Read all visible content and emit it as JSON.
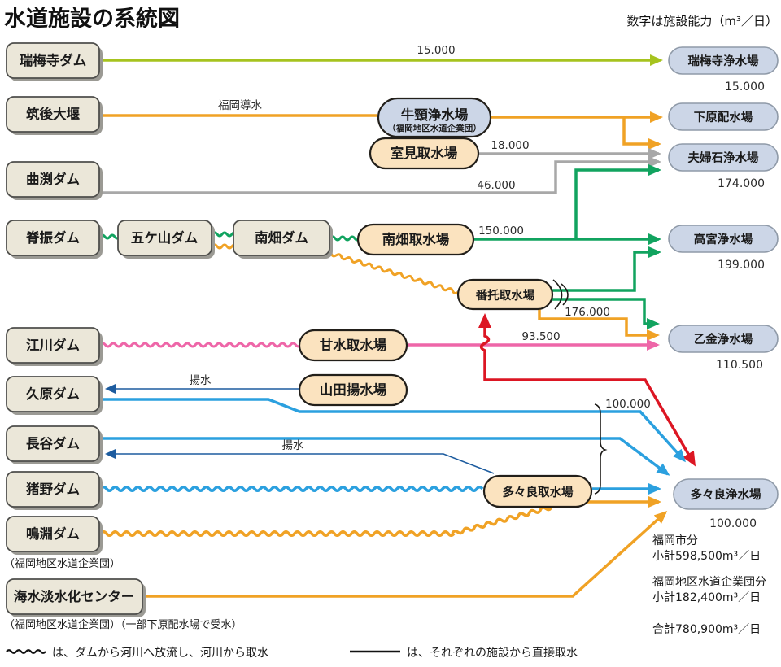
{
  "title": "水道施設の系統図",
  "unit_note": "数字は施設能力（m³／日）",
  "dams": {
    "zuibaiji": "瑞梅寺ダム",
    "chikugo": "筑後大堰",
    "magarifuchi": "曲渕ダム",
    "sefuri": "脊振ダム",
    "gokayama": "五ケ山ダム",
    "minamihata": "南畑ダム",
    "egawa": "江川ダム",
    "kubara": "久原ダム",
    "nagatani": "長谷ダム",
    "ino": "猪野ダム",
    "narufuchi": "鳴淵ダム",
    "kaisui": "海水淡水化センター"
  },
  "dam_notes": {
    "narufuchi": "（福岡地区水道企業団）",
    "kaisui": "（福岡地区水道企業団）（一部下原配水場で受水）"
  },
  "intakes": {
    "muromi": "室見取水場",
    "minamihata": "南畑取水場",
    "bantaku": "番托取水場",
    "amagi": "甘水取水場",
    "yamada": "山田揚水場",
    "tatara": "多々良取水場"
  },
  "plants": {
    "zuibaiji": {
      "name": "瑞梅寺浄水場",
      "capacity": "15.000"
    },
    "ushikubi": {
      "name": "牛頸浄水場",
      "subtitle": "（福岡地区水道企業団）"
    },
    "shimobaru": {
      "name": "下原配水場"
    },
    "meotoishi": {
      "name": "夫婦石浄水場",
      "capacity": "174.000"
    },
    "takamiya": {
      "name": "高宮浄水場",
      "capacity": "199.000"
    },
    "otogana": {
      "name": "乙金浄水場",
      "capacity": "110.500"
    },
    "tatara": {
      "name": "多々良浄水場",
      "capacity": "100.000"
    }
  },
  "flow_labels": {
    "zuibaiji": "15.000",
    "fukuoka_dosui": "福岡導水",
    "muromi": "18.000",
    "magarifuchi": "46.000",
    "minamihata": "150.000",
    "bantaku_otogana": "176.000",
    "amagi": "93.500",
    "tatara_group": "100.000",
    "yosui_kubara": "揚水",
    "yosui_nagatani": "揚水"
  },
  "totals": {
    "city_label": "福岡市分",
    "city_value": "小計598,500m³／日",
    "kigyodan_label": "福岡地区水道企業団分",
    "kigyodan_value": "小計182,400m³／日",
    "total_value": "合計780,900m³／日"
  },
  "legend": {
    "wavy": "は、ダムから河川へ放流し、河川から取水",
    "straight": "は、それぞれの施設から直接取水"
  },
  "colors": {
    "yellowgreen": "#a6c31e",
    "orange": "#f0a225",
    "gray": "#a8a8a8",
    "green": "#11a35f",
    "pink": "#ee66a8",
    "blue": "#2ba0df",
    "navy": "#1d5c9f",
    "red": "#dc1623",
    "dam_fill": "#ebe7d9",
    "dam_border": "#4f4f4c",
    "dam_shadow": "#9b9a94",
    "intake_fill": "#fbe3bf",
    "intake_border": "#221f1a",
    "plant_fill": "#ccd6e7",
    "plant_border": "#8f9aa8"
  }
}
